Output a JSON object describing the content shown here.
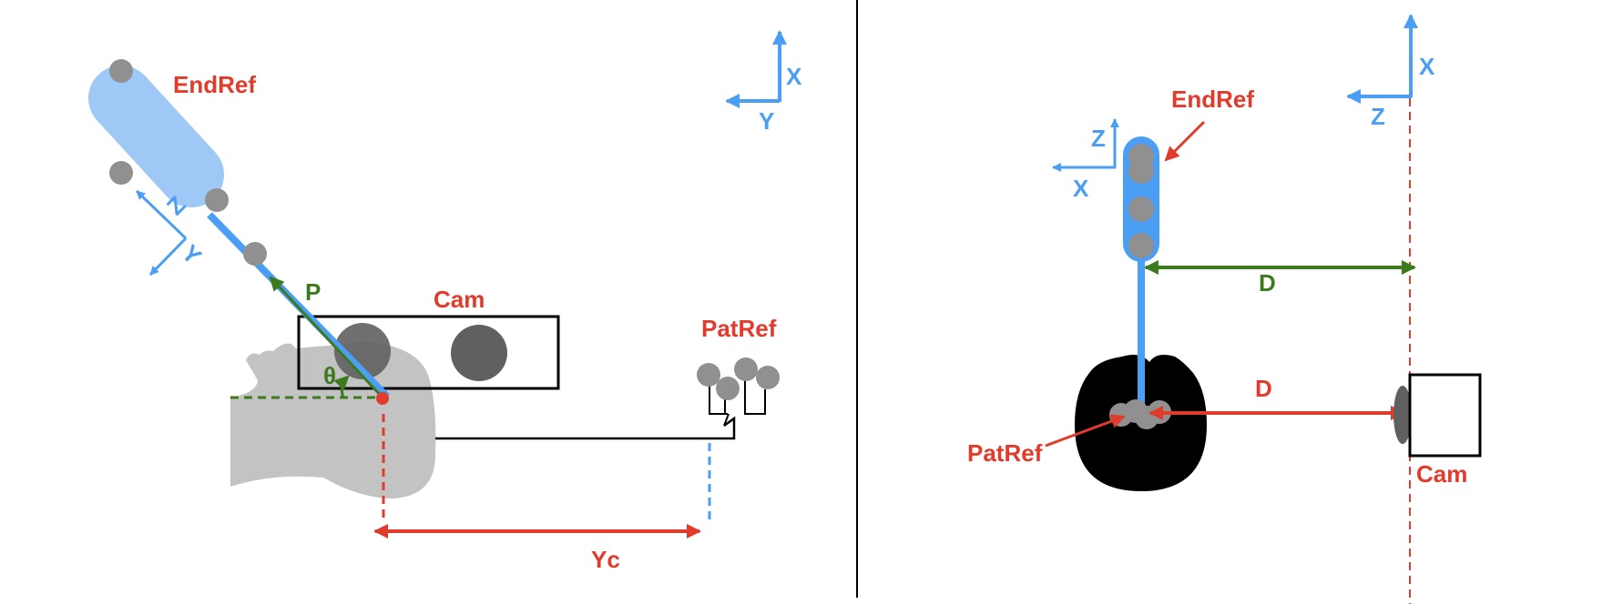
{
  "left_panel": {
    "endref_label": "EndRef",
    "cam_label": "Cam",
    "patref_label": "PatRef",
    "p_label": "P",
    "theta_label": "θ",
    "yc_label": "Yc",
    "axes": {
      "x_label": "X",
      "y_label": "Y"
    },
    "tool_axes": {
      "z_label": "Z",
      "y_label": "Y"
    }
  },
  "right_panel": {
    "endref_label": "EndRef",
    "patref_label": "PatRef",
    "cam_label": "Cam",
    "d_upper_label": "D",
    "d_lower_label": "D",
    "axes": {
      "x_label": "X",
      "z_label": "Z"
    },
    "tool_axes": {
      "z_label": "Z",
      "x_label": "X"
    }
  },
  "colors": {
    "red": "#e13b2b",
    "blue": "#4a9ff5",
    "light_blue": "#9ec9f7",
    "green": "#3d7a1e",
    "gray": "#909090",
    "dark_gray": "#606060"
  }
}
